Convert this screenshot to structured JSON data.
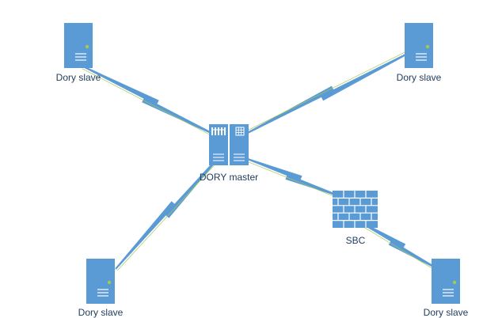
{
  "diagram": {
    "colors": {
      "link": "#5b9bd5",
      "device": "#5b9bd5",
      "device_dark": "#3f7fbf",
      "accent": "#a6c94f",
      "label": "#1f3b5c"
    },
    "nodes": {
      "slave_top_left": {
        "label": "Dory slave",
        "icon": "server-icon"
      },
      "slave_top_right": {
        "label": "Dory slave",
        "icon": "server-icon"
      },
      "master": {
        "label": "DORY master",
        "icon": "mainframe-icon"
      },
      "sbc": {
        "label": "SBC",
        "icon": "firewall-icon"
      },
      "slave_bottom_left": {
        "label": "Dory slave",
        "icon": "server-icon"
      },
      "slave_bottom_right": {
        "label": "Dory slave",
        "icon": "server-icon"
      }
    },
    "links": [
      {
        "from": "slave_top_left",
        "to": "master",
        "style": "lightning"
      },
      {
        "from": "slave_top_right",
        "to": "master",
        "style": "lightning"
      },
      {
        "from": "slave_bottom_left",
        "to": "master",
        "style": "lightning"
      },
      {
        "from": "master",
        "to": "sbc",
        "style": "lightning"
      },
      {
        "from": "sbc",
        "to": "slave_bottom_right",
        "style": "lightning"
      }
    ]
  }
}
